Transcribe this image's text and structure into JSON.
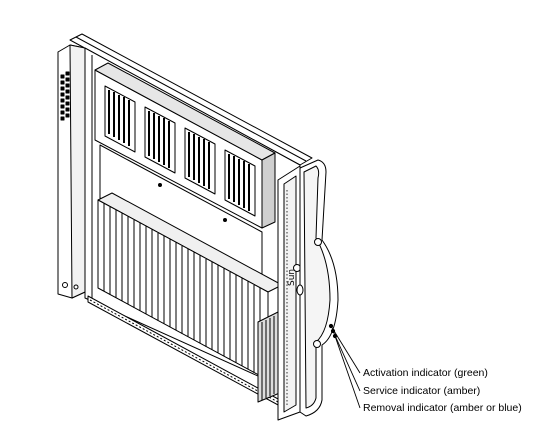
{
  "callouts": {
    "activation": "Activation indicator (green)",
    "service": "Service indicator (amber)",
    "removal": "Removal indicator (amber or blue)"
  },
  "colors": {
    "line": "#000000",
    "fill": "#ffffff",
    "shade": "#d9d9d9",
    "dark": "#222222"
  },
  "chart_data": {
    "type": "diagram",
    "title": "",
    "annotations": [
      "Activation indicator (green)",
      "Service indicator (amber)",
      "Removal indicator (amber or blue)"
    ]
  }
}
